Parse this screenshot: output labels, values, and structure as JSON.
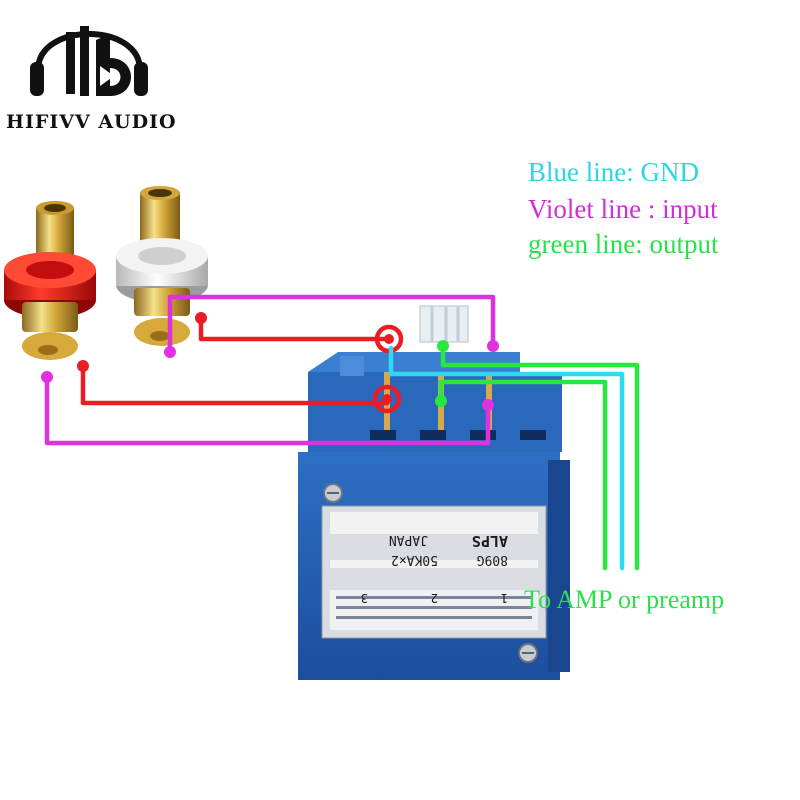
{
  "brand": {
    "name": "HIFIVV AUDIO",
    "logo_icon": "headphones-hb-logo"
  },
  "legend": {
    "items": [
      {
        "text": "Blue line: GND",
        "color": "#2fd3e6"
      },
      {
        "text": "Violet line : input",
        "color": "#d52bd9"
      },
      {
        "text": "green line: output",
        "color": "#2be04a"
      }
    ]
  },
  "destination": {
    "text": "To AMP or preamp",
    "color": "#2be04a"
  },
  "wire_colors": {
    "red": "#ec1c24",
    "violet": "#e030e0",
    "green": "#28e840",
    "blue": "#30d8f0"
  },
  "potentiometer": {
    "pin_numbers": [
      "1",
      "2",
      "3"
    ],
    "model": "809G",
    "rating": "50KA×2",
    "maker": "ALPS",
    "country": "JAPAN"
  }
}
